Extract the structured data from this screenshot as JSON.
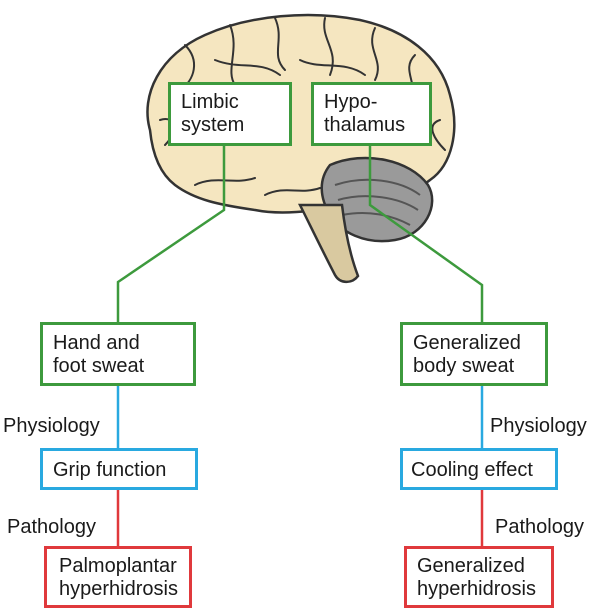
{
  "colors": {
    "green": "#3d9a3d",
    "blue": "#29a9e0",
    "red": "#e0393c",
    "brain": "#f5e6c0"
  },
  "brain": {
    "icon": "brain-icon"
  },
  "top_boxes": {
    "limbic": {
      "line1": "Limbic",
      "line2": "system"
    },
    "hypothalamus": {
      "line1": "Hypo-",
      "line2": "thalamus"
    }
  },
  "left": {
    "sweat": {
      "line1": "Hand and",
      "line2": "foot sweat"
    },
    "physiology": "Physiology",
    "function": "Grip function",
    "pathology": "Pathology",
    "disease": {
      "line1": "Palmoplantar",
      "line2": "hyperhidrosis"
    }
  },
  "right": {
    "sweat": {
      "line1": "Generalized",
      "line2": "body sweat"
    },
    "physiology": "Physiology",
    "function": "Cooling effect",
    "pathology": "Pathology",
    "disease": {
      "line1": "Generalized",
      "line2": "hyperhidrosis"
    }
  }
}
